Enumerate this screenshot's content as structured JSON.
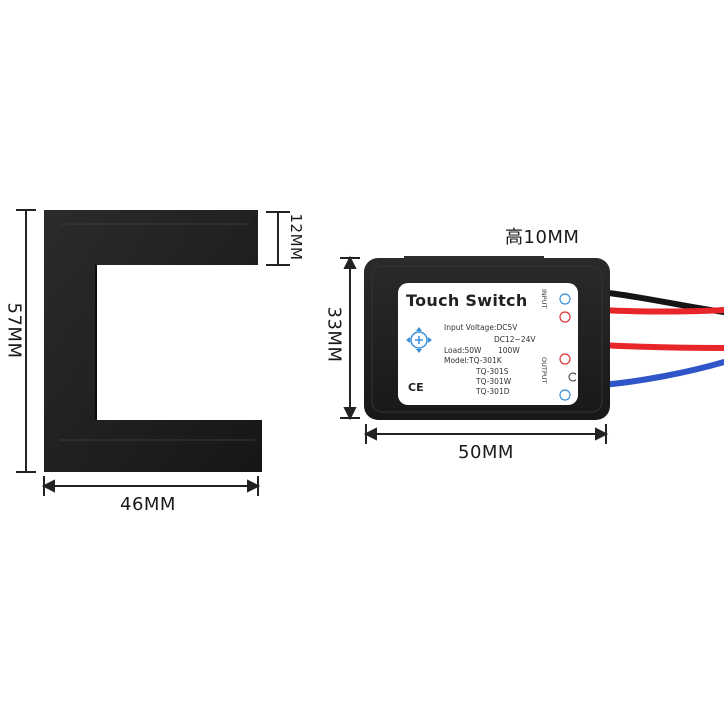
{
  "dimensions": {
    "holder_height": "57MM",
    "holder_width": "46MM",
    "holder_slot": "12MM",
    "switch_height": "33MM",
    "switch_width": "50MM",
    "switch_depth": "高10MM"
  },
  "label": {
    "title": "Touch Switch",
    "input_voltage": "Input Voltage:DC5V",
    "dc_range": "DC12~24V",
    "load": "Load:50W",
    "load_alt": "100W",
    "model": "Model:TQ-301K",
    "model_s": "TQ-301S",
    "model_w": "TQ-301W",
    "model_d": "TQ-301D",
    "input_side": "INPUT",
    "output_side": "OUTPUT",
    "ce_mark": "CE"
  },
  "colors": {
    "housing": "#1f1f1f",
    "wire_black": "#151515",
    "wire_red": "#e8262a",
    "wire_blue": "#2f55c8",
    "dimension_line": "#222222",
    "label_accent": "#3a8fd8"
  }
}
